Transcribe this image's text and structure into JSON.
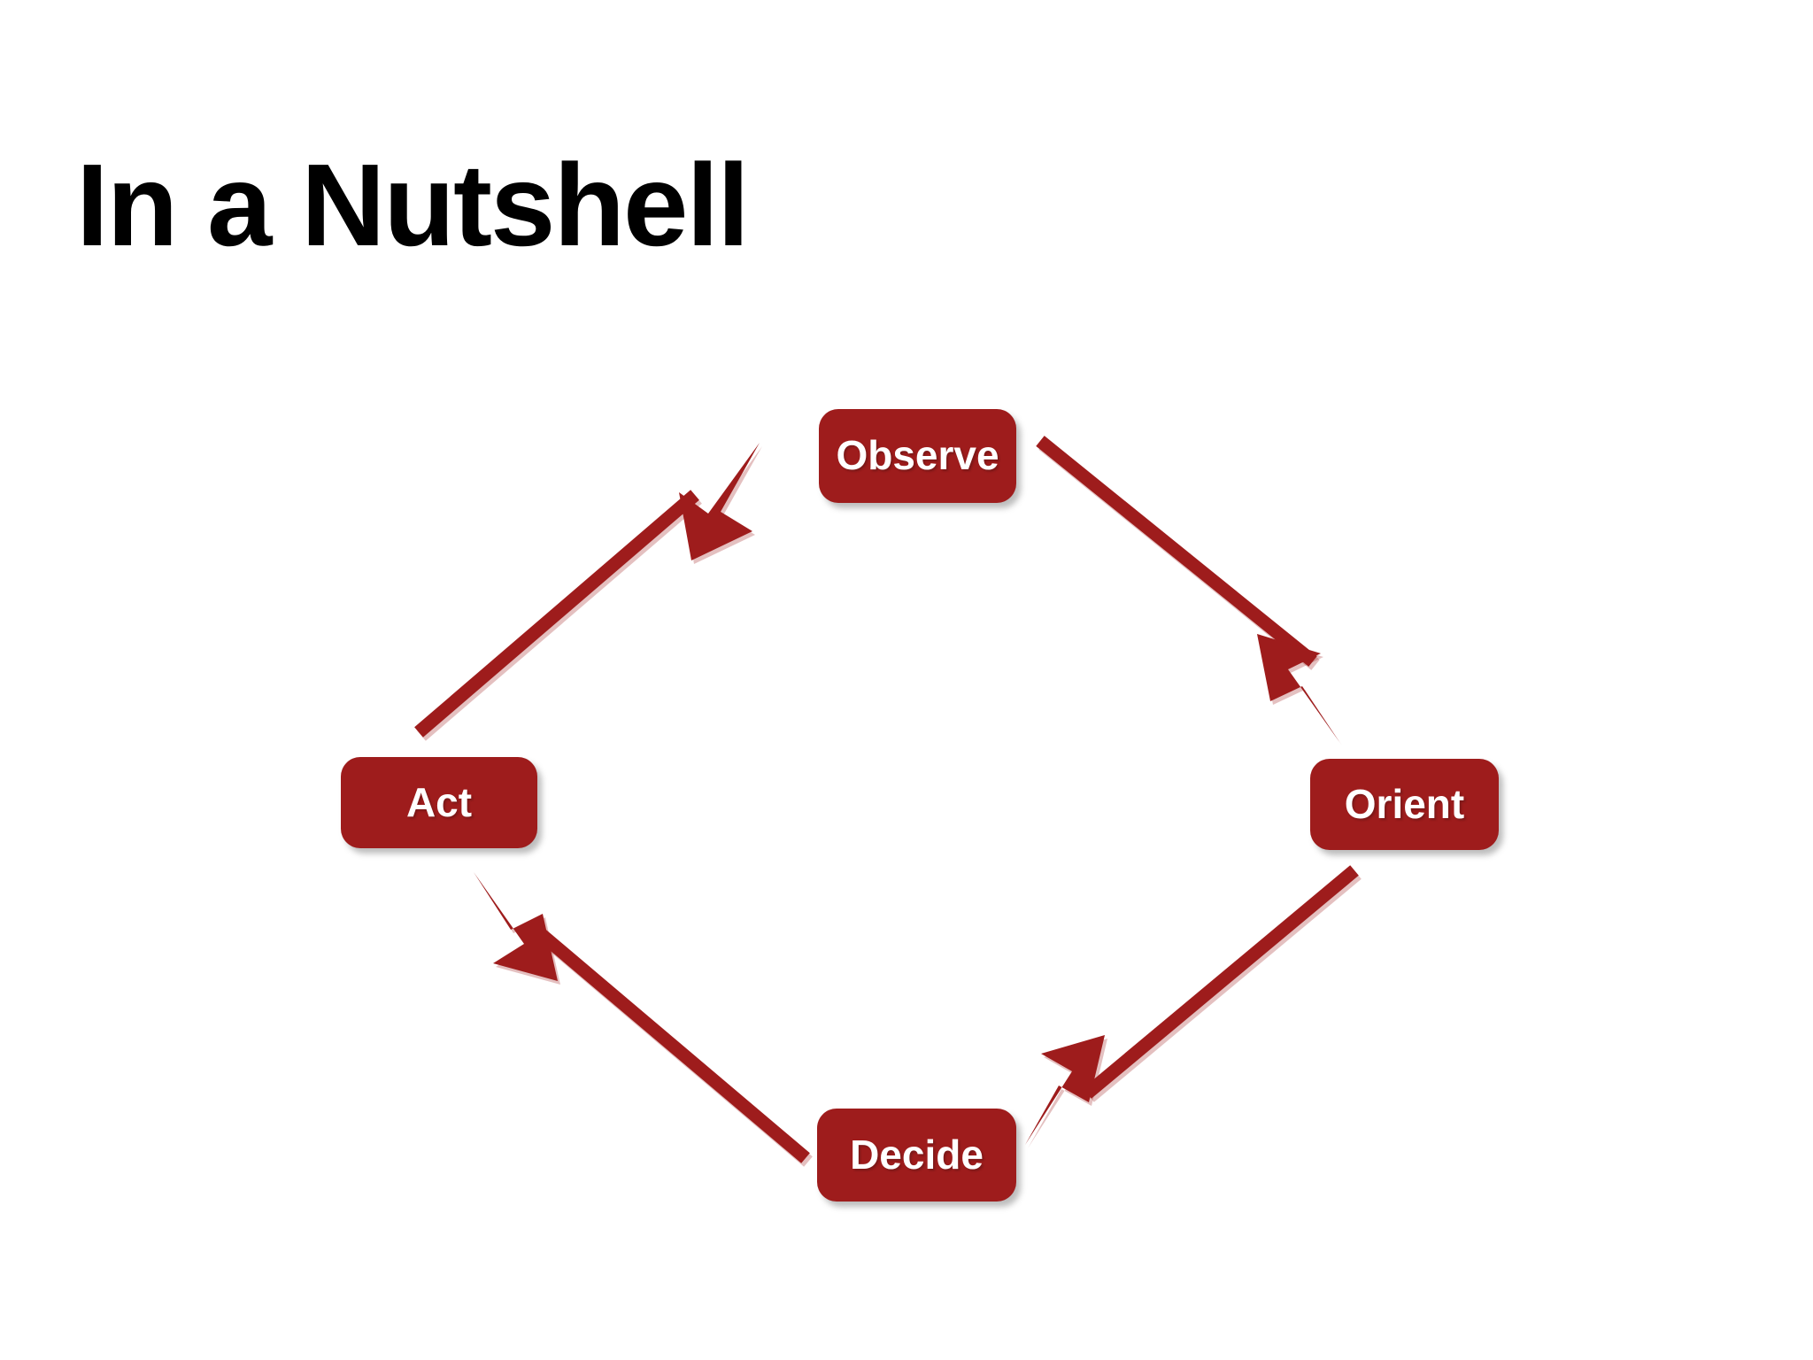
{
  "slide": {
    "title": "In a Nutshell",
    "background_color": "#FFFFFF",
    "title_color": "#000000"
  },
  "theme": {
    "accent_color": "#9E1C1C",
    "node_text_color": "#FFFFFF",
    "arrow_color": "#9E1C1C"
  },
  "diagram": {
    "type": "cycle",
    "name": "ooda-loop",
    "nodes": [
      {
        "id": "observe",
        "label": "Observe",
        "position": "top"
      },
      {
        "id": "orient",
        "label": "Orient",
        "position": "right"
      },
      {
        "id": "decide",
        "label": "Decide",
        "position": "bottom"
      },
      {
        "id": "act",
        "label": "Act",
        "position": "left"
      }
    ],
    "arrows": [
      {
        "id": "observe-to-orient",
        "from": "Observe",
        "to": "Orient",
        "direction": "down-right"
      },
      {
        "id": "orient-to-decide",
        "from": "Orient",
        "to": "Decide",
        "direction": "down-left"
      },
      {
        "id": "decide-to-act",
        "from": "Decide",
        "to": "Act",
        "direction": "up-left"
      },
      {
        "id": "act-to-observe",
        "from": "Act",
        "to": "Observe",
        "direction": "up-right"
      }
    ]
  }
}
